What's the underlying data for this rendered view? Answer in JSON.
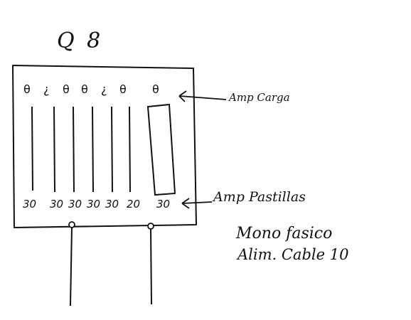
{
  "title": "Q 8",
  "labels": {
    "amp_carga": "Amp Carga",
    "amp_pastillas": "Amp Pastillas",
    "monofasico": "Mono fasico",
    "alim_cable": "Alim. Cable 10"
  },
  "top_symbols": [
    "θ",
    "¿",
    "θ",
    "θ",
    "¿",
    "θ",
    "θ"
  ],
  "bottom_values": [
    "30",
    "30",
    "30",
    "30",
    "30",
    "20",
    "30"
  ]
}
